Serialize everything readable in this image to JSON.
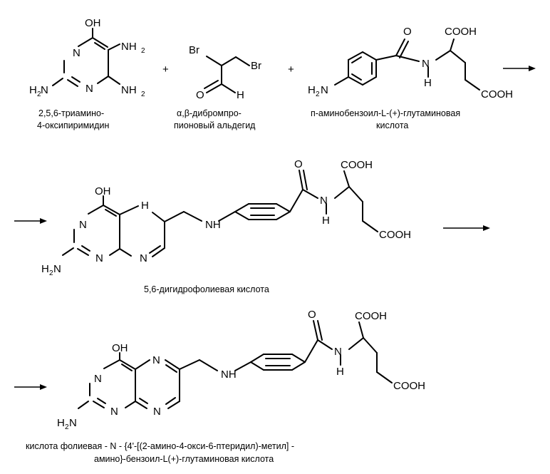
{
  "atoms": {
    "oh": "OH",
    "n": "N",
    "nh": "NH",
    "h": "H",
    "br": "Br",
    "o": "O",
    "cooh": "COOH",
    "nh2_main": "NH",
    "h2n_main": "H",
    "h2n_tail": "N",
    "sub2": "2"
  },
  "plus": "+",
  "captions": {
    "reactant1_line1": "2,5,6-триамино-",
    "reactant1_line2": "4-оксипиримидин",
    "reactant2_line1": "α,β-дибромпро-",
    "reactant2_line2": "пионовый альдегид",
    "reactant3_line1": "п-аминобензоил-L-(+)-глутаминовая",
    "reactant3_line2": "кислота",
    "intermediate": "5,6-дигидрофолиевая  кислота",
    "product_line1": "кислота фолиевая - N - {4'-[(2-амино-4-окси-6-птеридил)-метил] -",
    "product_line2": "амино}-бензоил-L(+)-глутаминовая  кислота"
  }
}
